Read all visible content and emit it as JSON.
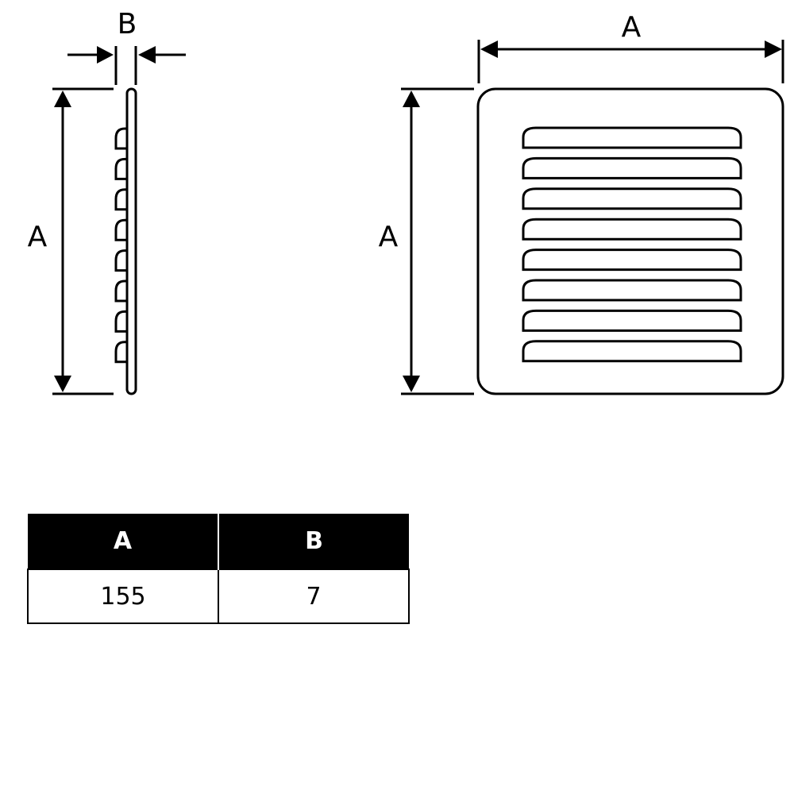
{
  "drawing": {
    "side_view": {
      "height_label": "A",
      "thickness_label": "B",
      "louver_count": 8
    },
    "front_view": {
      "width_label": "A",
      "height_label": "A",
      "louver_count": 8
    }
  },
  "table": {
    "headers": [
      "A",
      "B"
    ],
    "rows": [
      [
        "155",
        "7"
      ]
    ]
  }
}
